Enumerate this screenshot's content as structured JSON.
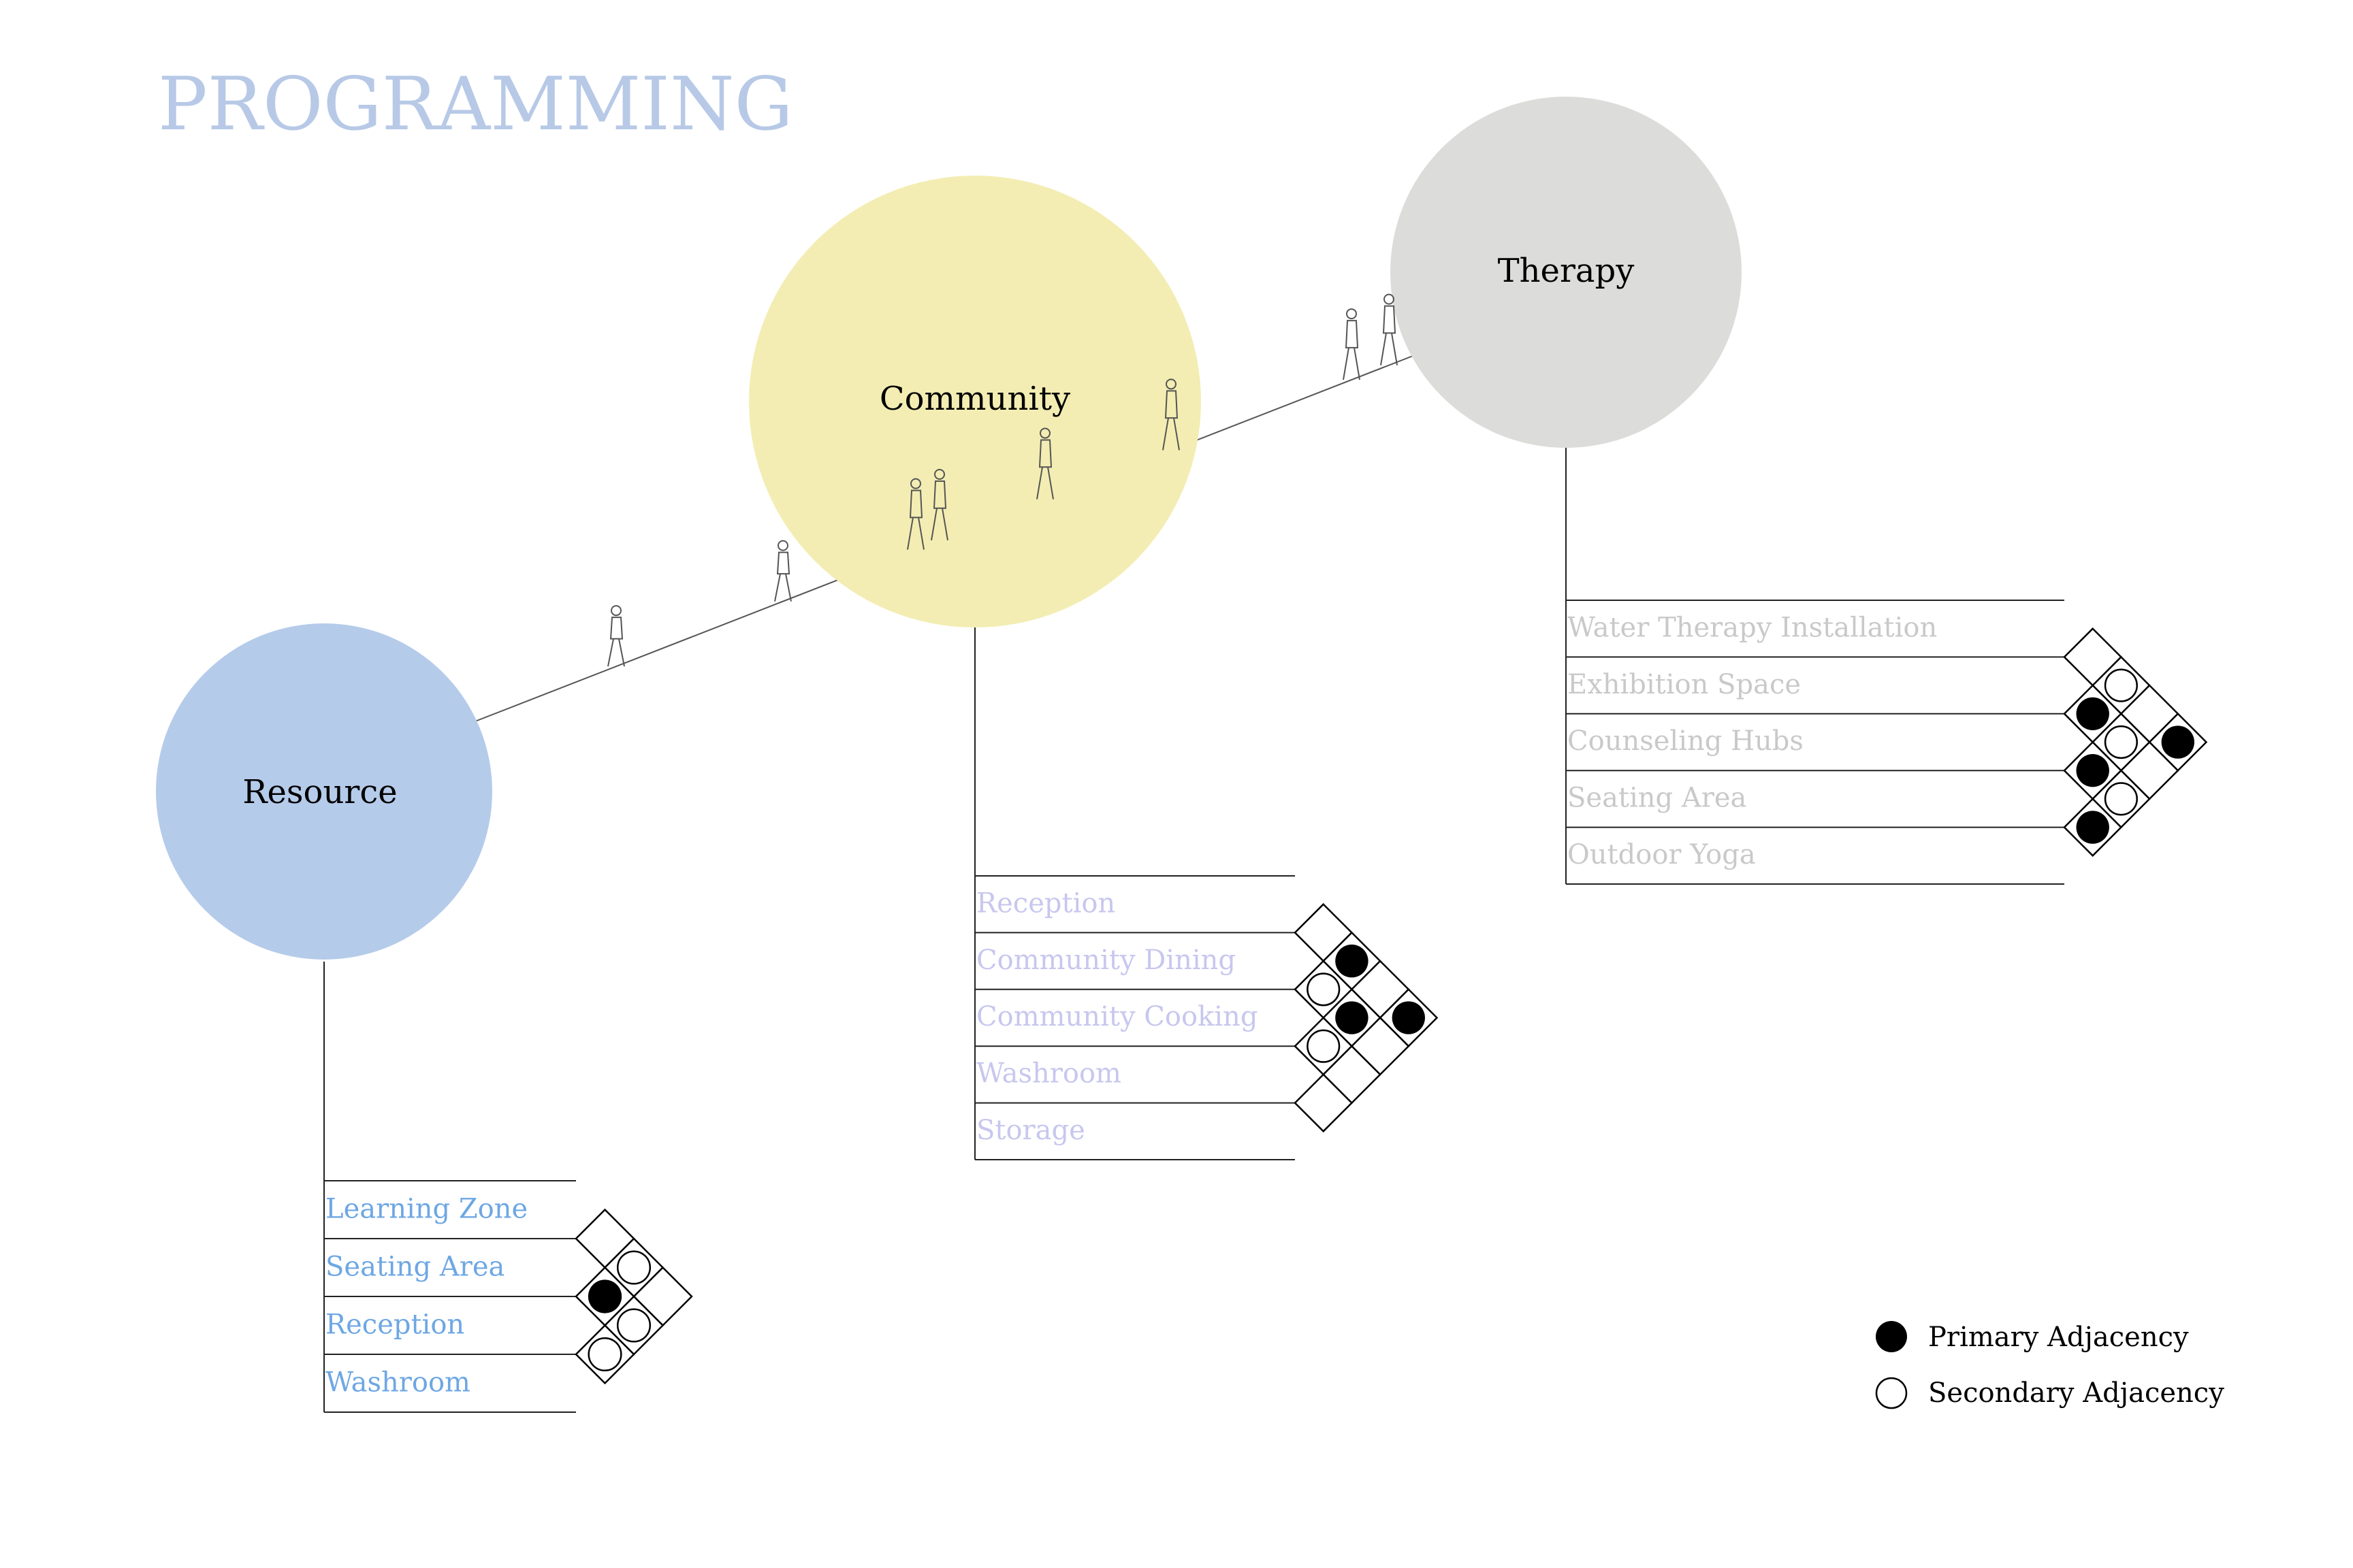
{
  "title": "PROGRAMMING",
  "colors": {
    "title": "#b7c9e6",
    "resource": "#b5cbea",
    "community": "#f3edb3",
    "therapy": "#dcdcdb",
    "resource_text": "#6ea7e3",
    "community_text": "#c7c7ee",
    "therapy_text": "#c9c9c9",
    "line": "#222222",
    "ink": "#000000"
  },
  "zones": {
    "resource": {
      "label": "Resource",
      "rooms": [
        "Learning Zone",
        "Seating Area",
        "Reception",
        "Washroom"
      ],
      "adjacency": [
        [
          null,
          "secondary",
          null
        ],
        [
          "primary",
          "secondary"
        ],
        [
          "secondary"
        ]
      ]
    },
    "community": {
      "label": "Community",
      "rooms": [
        "Reception",
        "Community Dining",
        "Community Cooking",
        "Washroom",
        "Storage"
      ],
      "adjacency": [
        [
          null,
          "primary",
          null,
          "primary"
        ],
        [
          "secondary",
          "primary",
          null
        ],
        [
          "secondary",
          null
        ],
        [
          null
        ]
      ]
    },
    "therapy": {
      "label": "Therapy",
      "rooms": [
        "Water Therapy Installation",
        "Exhibition Space",
        "Counseling Hubs",
        "Seating Area",
        "Outdoor Yoga"
      ],
      "adjacency": [
        [
          null,
          "secondary",
          null,
          "primary"
        ],
        [
          "primary",
          "secondary",
          null
        ],
        [
          "primary",
          "secondary"
        ],
        [
          "primary"
        ]
      ]
    }
  },
  "legend": {
    "primary": "Primary Adjacency",
    "secondary": "Secondary Adjacency"
  }
}
